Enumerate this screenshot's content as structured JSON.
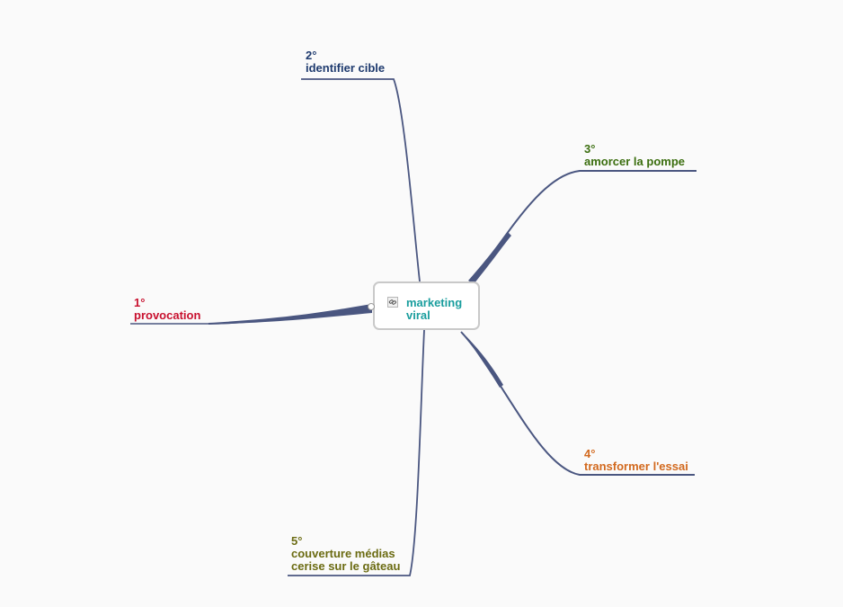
{
  "central": {
    "line1": "marketing",
    "line2": "viral",
    "color": "#1a9e9e"
  },
  "branches": {
    "b1": {
      "number": "1°",
      "label": "provocation",
      "color": "#c8102e"
    },
    "b2": {
      "number": "2°",
      "label": "identifier cible",
      "color": "#1e3a6e"
    },
    "b3": {
      "number": "3°",
      "label": "amorcer la pompe",
      "color": "#3b6e0f"
    },
    "b4": {
      "number": "4°",
      "label": "transformer l'essai",
      "color": "#d2691e"
    },
    "b5": {
      "number": "5°",
      "label": "couverture médias",
      "label2": "cerise sur le gâteau",
      "color": "#6b6b12"
    }
  },
  "connector_color": "#4a5680",
  "icons": {
    "central": "link-icon",
    "handle": "collapse-handle-icon"
  }
}
